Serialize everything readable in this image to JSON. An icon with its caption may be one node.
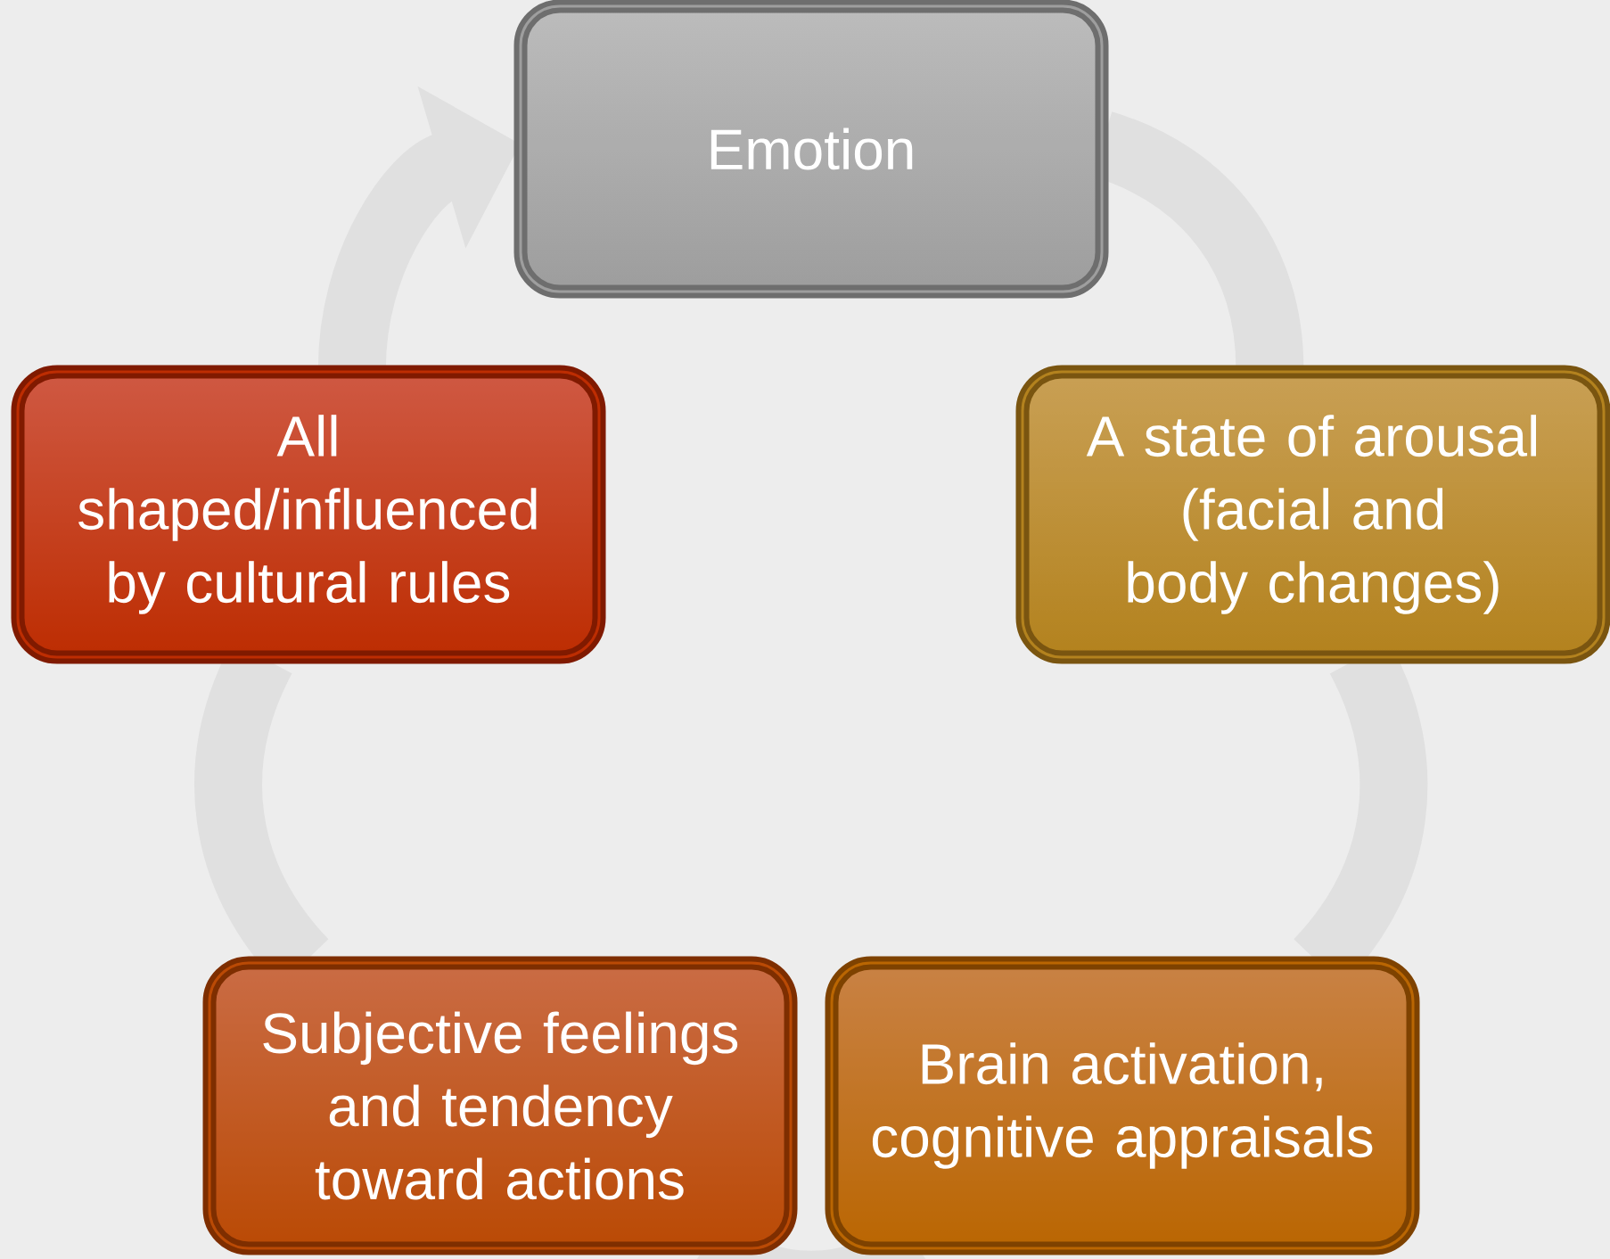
{
  "diagram": {
    "nodes": [
      {
        "text": [
          "Emotion"
        ]
      },
      {
        "text": [
          "A state of arousal (facial and body changes)"
        ]
      },
      {
        "text": [
          "Brain activation, cognitive appraisals"
        ]
      },
      {
        "text": [
          "Subjective feelings and tendency toward actions"
        ]
      },
      {
        "text": [
          "All shaped/influenced by cultural rules"
        ]
      }
    ],
    "edges": [
      {
        "from": 0,
        "to": 1,
        "arrow": "none"
      },
      {
        "from": 1,
        "to": 2,
        "arrow": "none"
      },
      {
        "from": 2,
        "to": 3,
        "arrow": "none"
      },
      {
        "from": 3,
        "to": 4,
        "arrow": "none"
      },
      {
        "from": 4,
        "to": 0,
        "arrow": "to"
      }
    ]
  }
}
